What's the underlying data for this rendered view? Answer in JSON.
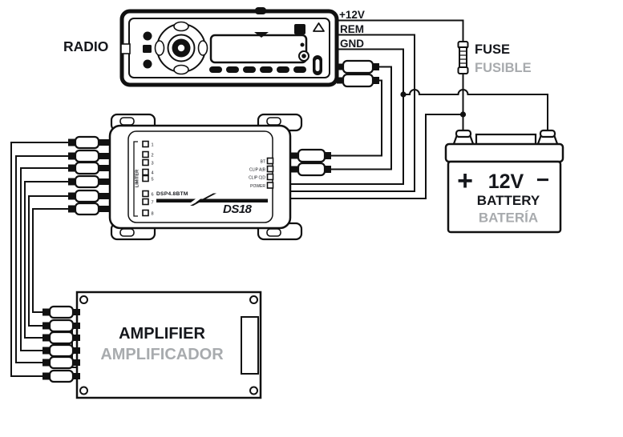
{
  "diagram": {
    "title_hint": "car audio wiring diagram",
    "radio": {
      "label": "RADIO"
    },
    "wires": {
      "power": "+12V",
      "remote": "REM",
      "ground": "GND"
    },
    "fuse": {
      "label_en": "FUSE",
      "label_es": "FUSIBLE"
    },
    "battery": {
      "plus": "+",
      "minus": "−",
      "voltage": "12V",
      "label_en": "BATTERY",
      "label_es": "BATERÍA"
    },
    "amplifier": {
      "label_en": "AMPLIFIER",
      "label_es": "AMPLIFICADOR"
    },
    "dsp": {
      "model": "DSP4.8BTM",
      "brand": "DS18",
      "limiter_label": "LIMITER",
      "channels": [
        "1",
        "2",
        "3",
        "4",
        "5",
        "6",
        "7",
        "8"
      ],
      "status_leds": [
        "BT",
        "CLIP A|B",
        "CLIP C|D",
        "POWER"
      ]
    },
    "colors": {
      "line": "#111111",
      "text_dark": "#15171c",
      "text_gray": "#a8abae"
    }
  }
}
